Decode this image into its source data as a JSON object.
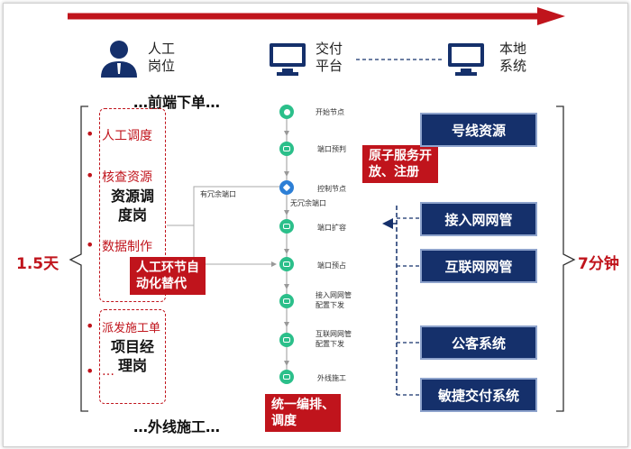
{
  "header": {
    "left_role": "人工\n岗位",
    "center_role": "交付\n平台",
    "right_role": "本地\n系统"
  },
  "top_note": "…前端下单…",
  "bottom_note": "…外线施工…",
  "left_time": "1.5天",
  "right_time": "7分钟",
  "manual": {
    "items_top": [
      "人工调度",
      "核查资源",
      "数据制作"
    ],
    "role_top": "资源调\n度岗",
    "items_bottom": [
      "派发施工单",
      "…"
    ],
    "role_bottom": "项目经\n理岗",
    "replace_label": "人工环节自\n动化替代"
  },
  "flow": {
    "steps": [
      "开始节点",
      "端口预判",
      "控制节点",
      "端口扩容",
      "端口预占",
      "接入网网管\n配置下发",
      "互联网网管\n配置下发",
      "外线施工"
    ],
    "branch_yes": "有冗余端口",
    "branch_no": "无冗余端口",
    "unified_label": "统一编排、\n调度"
  },
  "atomic_label": "原子服务开\n放、注册",
  "systems": [
    "号线资源",
    "接入网网管",
    "互联网网管",
    "公客系统",
    "敏捷交付系统"
  ],
  "colors": {
    "red": "#c0141c",
    "navy": "#15306b",
    "green": "#2bbf8a",
    "blue": "#2d7fd6"
  }
}
